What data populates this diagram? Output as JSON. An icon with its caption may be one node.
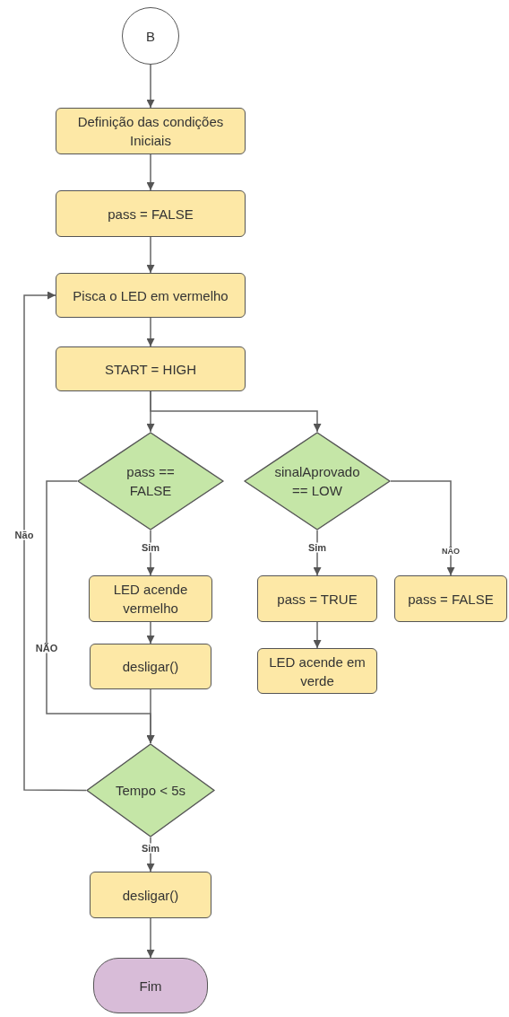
{
  "diagram": {
    "nodes": [
      {
        "text": [
          "B"
        ]
      },
      {
        "text": [
          "Definição das condições Iniciais"
        ]
      },
      {
        "text": [
          "pass = FALSE"
        ]
      },
      {
        "text": [
          "Pisca o LED em vermelho"
        ]
      },
      {
        "text": [
          "START = HIGH"
        ]
      },
      {
        "text": [
          "pass == FALSE"
        ]
      },
      {
        "text": [
          "sinalAprovado == LOW"
        ]
      },
      {
        "text": [
          "LED acende vermelho"
        ]
      },
      {
        "text": [
          "desligar()"
        ]
      },
      {
        "text": [
          "pass = TRUE"
        ]
      },
      {
        "text": [
          "pass = FALSE"
        ]
      },
      {
        "text": [
          "LED acende em verde"
        ]
      },
      {
        "text": [
          "Tempo < 5s"
        ]
      },
      {
        "text": [
          "desligar()"
        ]
      },
      {
        "text": [
          "Fim"
        ]
      }
    ],
    "edges": [
      {
        "from": 0,
        "to": 1,
        "arrow": "to"
      },
      {
        "from": 1,
        "to": 2,
        "arrow": "to"
      },
      {
        "from": 2,
        "to": 3,
        "arrow": "to"
      },
      {
        "from": 3,
        "to": 4,
        "arrow": "to"
      },
      {
        "from": 4,
        "to": 5,
        "arrow": "to"
      },
      {
        "from": 4,
        "to": 6,
        "arrow": "to"
      },
      {
        "from": 5,
        "to": 7,
        "arrow": "to",
        "label": "Sim"
      },
      {
        "from": 5,
        "to": 12,
        "arrow": "to",
        "label": "NÃO"
      },
      {
        "from": 7,
        "to": 8,
        "arrow": "to"
      },
      {
        "from": 8,
        "to": 12,
        "arrow": "to"
      },
      {
        "from": 6,
        "to": 9,
        "arrow": "to",
        "label": "Sim"
      },
      {
        "from": 6,
        "to": 10,
        "arrow": "to",
        "label": "NÃO"
      },
      {
        "from": 9,
        "to": 11,
        "arrow": "to"
      },
      {
        "from": 12,
        "to": 3,
        "arrow": "to",
        "label": "Não"
      },
      {
        "from": 12,
        "to": 13,
        "arrow": "to",
        "label": "Sim"
      },
      {
        "from": 13,
        "to": 14,
        "arrow": "to"
      }
    ]
  }
}
